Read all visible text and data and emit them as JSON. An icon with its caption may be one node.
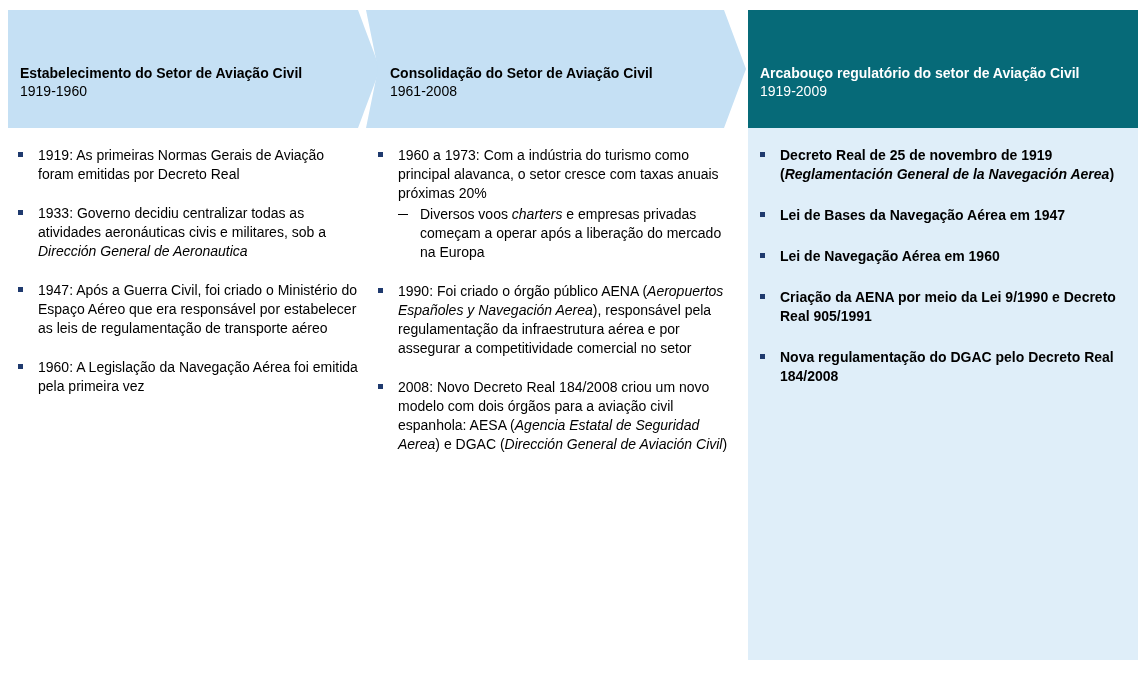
{
  "diagram": {
    "nodes": [
      {
        "text": [
          "Estabelecimento do Setor de Aviação Civil",
          "1919-1960"
        ]
      },
      {
        "text": [
          "Consolidação do Setor de Aviação Civil",
          "1961-2008"
        ]
      },
      {
        "text": [
          "Arcabouço regulatório do setor de Aviação Civil",
          "1919-2009"
        ]
      },
      {
        "text": [
          "Decreto Real de 25 de novembro de 1919 (*Reglamentación General de la Navegación Aerea*)",
          "Lei de Bases da Navegação Aérea em 1947",
          "Lei de Navegação Aérea em 1960",
          "Criação da AENA por meio da Lei 9/1990 e Decreto Real 905/1991",
          "Nova regulamentação do DGAC pelo Decreto Real 184/2008"
        ]
      }
    ],
    "edges": [],
    "labels": [
      "1919: As primeiras Normas Gerais de Aviação foram emitidas por Decreto Real",
      "1933: Governo decidiu centralizar todas as atividades aeronáuticas civis e militares, sob a *Dirección General de Aeronautica*",
      "1947: Após a Guerra Civil, foi criado o Ministério do Espaço Aéreo que era responsável por estabelecer as leis de regulamentação de transporte aéreo",
      "1960: A Legislação da Navegação Aérea foi emitida pela primeira vez",
      "1960 a 1973: Com a indústria do turismo como principal alavanca, o setor cresce com taxas anuais próximas 20%",
      "Diversos voos *charters* e empresas privadas começam a operar após a liberação do mercado na Europa",
      "1990: Foi criado o órgão público AENA (*Aeropuertos Españoles y Navegación Aerea*), responsável pela regulamentação da infraestrutura aérea e por assegurar a competitividade comercial no setor",
      "2008: Novo Decreto Real 184/2008 criou um novo modelo com dois órgãos para a aviação civil espanhola: AESA (*Agencia Estatal de Seguridad Aerea*) e DGAC (*Dirección General de Aviación Civil*)"
    ]
  }
}
